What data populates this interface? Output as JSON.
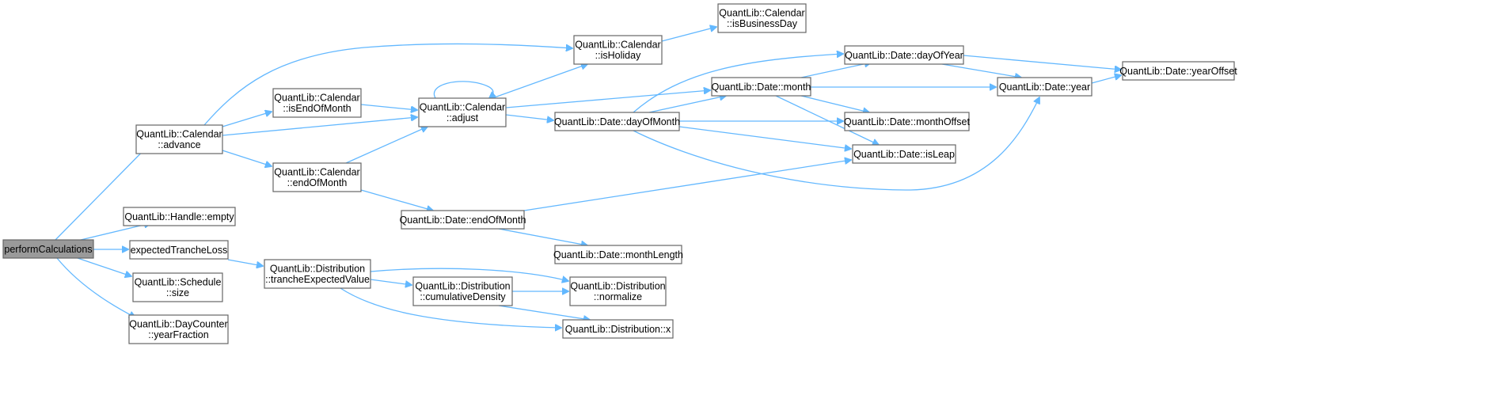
{
  "graph": {
    "colors": {
      "edge": "#63b8ff",
      "node_border": "#666666",
      "root_fill": "#9a9a9a",
      "node_fill": "#ffffff"
    },
    "nodes": [
      {
        "id": "performCalculations",
        "lines": [
          "performCalculations"
        ],
        "root": true
      },
      {
        "id": "cal_advance",
        "lines": [
          "QuantLib::Calendar",
          "::advance"
        ]
      },
      {
        "id": "handle_empty",
        "lines": [
          "QuantLib::Handle::empty"
        ]
      },
      {
        "id": "expectedTrancheLoss",
        "lines": [
          "expectedTrancheLoss"
        ]
      },
      {
        "id": "schedule_size",
        "lines": [
          "QuantLib::Schedule",
          "::size"
        ]
      },
      {
        "id": "dc_yearFraction",
        "lines": [
          "QuantLib::DayCounter",
          "::yearFraction"
        ]
      },
      {
        "id": "cal_isEndOfMonth",
        "lines": [
          "QuantLib::Calendar",
          "::isEndOfMonth"
        ]
      },
      {
        "id": "cal_endOfMonth",
        "lines": [
          "QuantLib::Calendar",
          "::endOfMonth"
        ]
      },
      {
        "id": "dist_trancheExpectedValue",
        "lines": [
          "QuantLib::Distribution",
          "::trancheExpectedValue"
        ]
      },
      {
        "id": "cal_adjust",
        "lines": [
          "QuantLib::Calendar",
          "::adjust"
        ]
      },
      {
        "id": "date_endOfMonth",
        "lines": [
          "QuantLib::Date::endOfMonth"
        ]
      },
      {
        "id": "dist_cumulativeDensity",
        "lines": [
          "QuantLib::Distribution",
          "::cumulativeDensity"
        ]
      },
      {
        "id": "cal_isHoliday",
        "lines": [
          "QuantLib::Calendar",
          "::isHoliday"
        ]
      },
      {
        "id": "cal_isBusinessDay",
        "lines": [
          "QuantLib::Calendar",
          "::isBusinessDay"
        ]
      },
      {
        "id": "date_dayOfMonth",
        "lines": [
          "QuantLib::Date::dayOfMonth"
        ]
      },
      {
        "id": "date_monthLength",
        "lines": [
          "QuantLib::Date::monthLength"
        ]
      },
      {
        "id": "dist_normalize",
        "lines": [
          "QuantLib::Distribution",
          "::normalize"
        ]
      },
      {
        "id": "dist_x",
        "lines": [
          "QuantLib::Distribution::x"
        ]
      },
      {
        "id": "date_month",
        "lines": [
          "QuantLib::Date::month"
        ]
      },
      {
        "id": "date_dayOfYear",
        "lines": [
          "QuantLib::Date::dayOfYear"
        ]
      },
      {
        "id": "date_monthOffset",
        "lines": [
          "QuantLib::Date::monthOffset"
        ]
      },
      {
        "id": "date_isLeap",
        "lines": [
          "QuantLib::Date::isLeap"
        ]
      },
      {
        "id": "date_year",
        "lines": [
          "QuantLib::Date::year"
        ]
      },
      {
        "id": "date_yearOffset",
        "lines": [
          "QuantLib::Date::yearOffset"
        ]
      }
    ],
    "edges": [
      {
        "from": "performCalculations",
        "to": "cal_advance"
      },
      {
        "from": "performCalculations",
        "to": "handle_empty"
      },
      {
        "from": "performCalculations",
        "to": "expectedTrancheLoss"
      },
      {
        "from": "performCalculations",
        "to": "schedule_size"
      },
      {
        "from": "performCalculations",
        "to": "dc_yearFraction"
      },
      {
        "from": "cal_advance",
        "to": "cal_isEndOfMonth"
      },
      {
        "from": "cal_advance",
        "to": "cal_adjust"
      },
      {
        "from": "cal_advance",
        "to": "cal_isHoliday"
      },
      {
        "from": "cal_advance",
        "to": "cal_endOfMonth"
      },
      {
        "from": "cal_isEndOfMonth",
        "to": "cal_adjust"
      },
      {
        "from": "cal_endOfMonth",
        "to": "cal_adjust"
      },
      {
        "from": "cal_endOfMonth",
        "to": "date_endOfMonth"
      },
      {
        "from": "cal_adjust",
        "to": "cal_adjust"
      },
      {
        "from": "cal_adjust",
        "to": "cal_isHoliday"
      },
      {
        "from": "cal_adjust",
        "to": "date_month"
      },
      {
        "from": "cal_adjust",
        "to": "date_dayOfMonth"
      },
      {
        "from": "cal_isHoliday",
        "to": "cal_isBusinessDay"
      },
      {
        "from": "date_dayOfMonth",
        "to": "date_dayOfYear"
      },
      {
        "from": "date_dayOfMonth",
        "to": "date_month"
      },
      {
        "from": "date_dayOfMonth",
        "to": "date_monthOffset"
      },
      {
        "from": "date_dayOfMonth",
        "to": "date_isLeap"
      },
      {
        "from": "date_dayOfMonth",
        "to": "date_year"
      },
      {
        "from": "date_month",
        "to": "date_dayOfYear"
      },
      {
        "from": "date_month",
        "to": "date_year"
      },
      {
        "from": "date_month",
        "to": "date_monthOffset"
      },
      {
        "from": "date_month",
        "to": "date_isLeap"
      },
      {
        "from": "date_dayOfYear",
        "to": "date_yearOffset"
      },
      {
        "from": "date_dayOfYear",
        "to": "date_year"
      },
      {
        "from": "date_year",
        "to": "date_yearOffset"
      },
      {
        "from": "date_endOfMonth",
        "to": "date_isLeap"
      },
      {
        "from": "date_endOfMonth",
        "to": "date_monthLength"
      },
      {
        "from": "expectedTrancheLoss",
        "to": "dist_trancheExpectedValue"
      },
      {
        "from": "dist_trancheExpectedValue",
        "to": "dist_normalize"
      },
      {
        "from": "dist_trancheExpectedValue",
        "to": "dist_cumulativeDensity"
      },
      {
        "from": "dist_trancheExpectedValue",
        "to": "dist_x"
      },
      {
        "from": "dist_cumulativeDensity",
        "to": "dist_normalize"
      },
      {
        "from": "dist_cumulativeDensity",
        "to": "dist_x"
      }
    ]
  }
}
